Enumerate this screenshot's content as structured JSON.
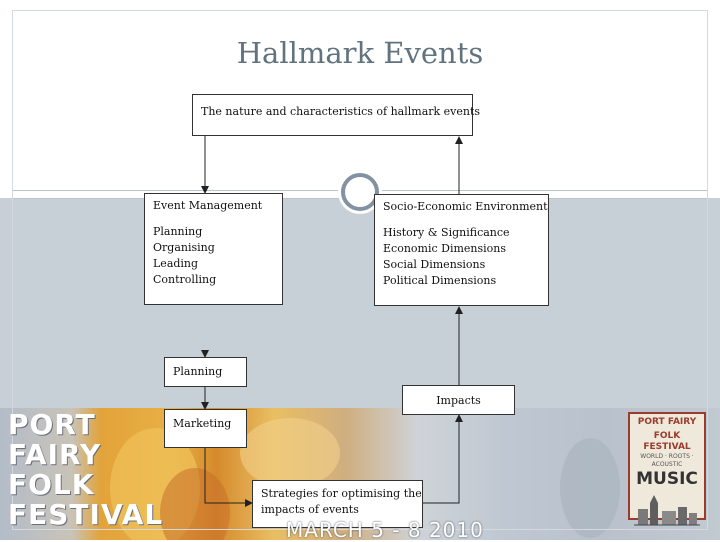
{
  "slide": {
    "title": "Hallmark Events"
  },
  "diagram": {
    "top_box": "The nature and characteristics of hallmark events",
    "event_management": {
      "heading": "Event Management",
      "items": [
        "Planning",
        "Organising",
        "Leading",
        "Controlling"
      ]
    },
    "socio_economic": {
      "heading": "Socio-Economic Environment",
      "items": [
        "History & Significance",
        "Economic Dimensions",
        "Social Dimensions",
        "Political Dimensions"
      ]
    },
    "planning_box": "Planning",
    "marketing_box": "Marketing",
    "impacts_box": "Impacts",
    "strategies_box": [
      "Strategies for optimising the",
      "impacts of events"
    ]
  },
  "banner": {
    "left_logo": [
      "PORT",
      "FAIRY",
      "FOLK",
      "FESTIVAL"
    ],
    "right_logo": {
      "line1": "PORT FAIRY",
      "line2": "FOLK FESTIVAL",
      "line3": "WORLD · ROOTS · ACOUSTIC",
      "line4": "MUSIC"
    },
    "date_text": "MARCH 5 - 8 2010"
  }
}
